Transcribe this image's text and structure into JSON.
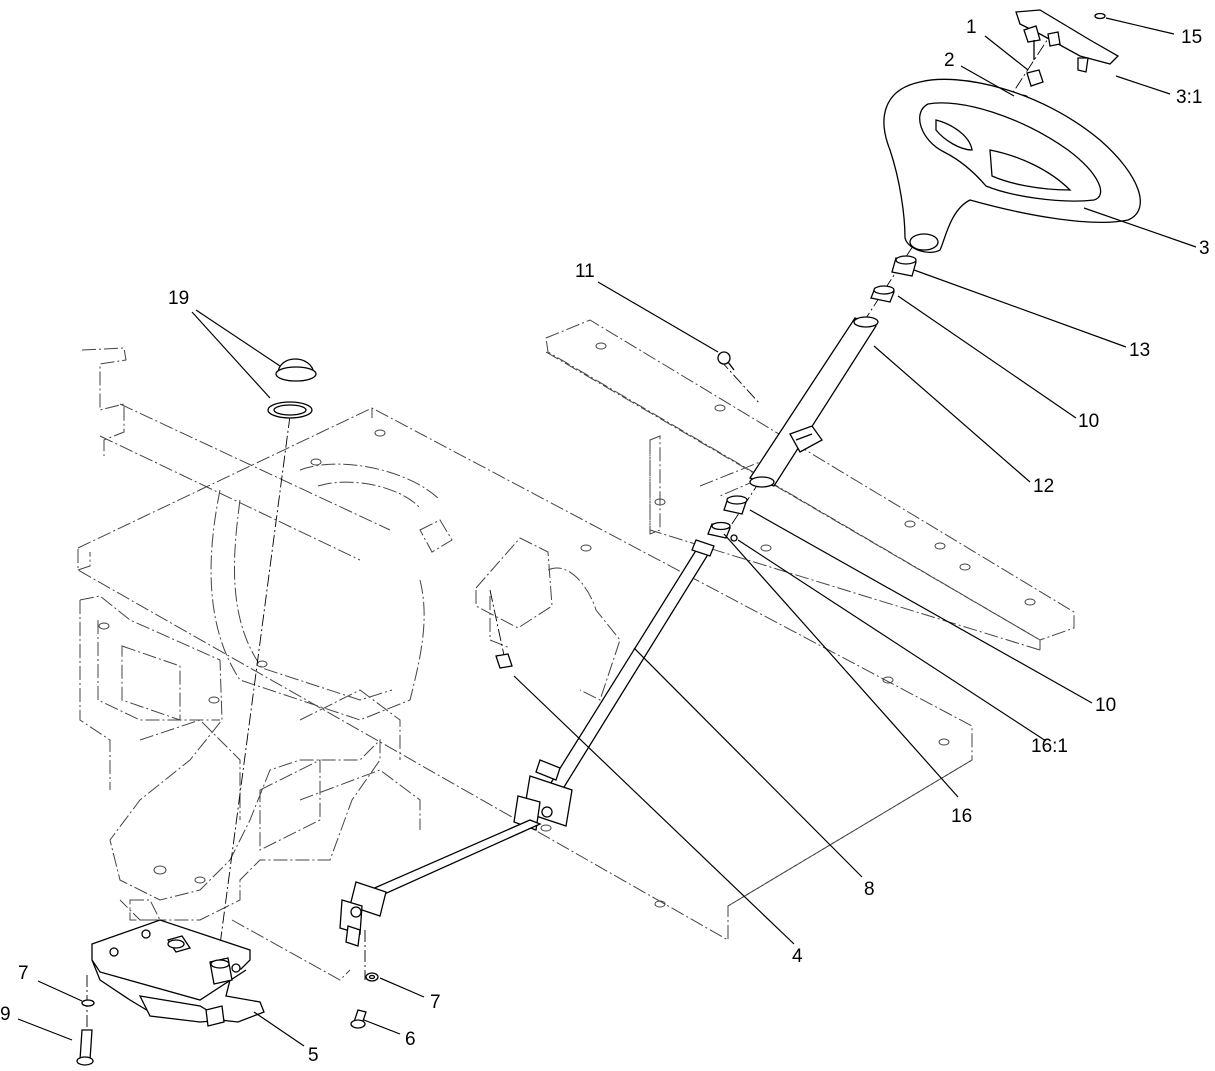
{
  "callouts": [
    {
      "id": "c1",
      "label": "1"
    },
    {
      "id": "c2",
      "label": "2"
    },
    {
      "id": "c15",
      "label": "15"
    },
    {
      "id": "c3-1",
      "label": "3:1"
    },
    {
      "id": "c3",
      "label": "3"
    },
    {
      "id": "c11",
      "label": "11"
    },
    {
      "id": "c13",
      "label": "13"
    },
    {
      "id": "c19",
      "label": "19"
    },
    {
      "id": "c10a",
      "label": "10"
    },
    {
      "id": "c12",
      "label": "12"
    },
    {
      "id": "c10b",
      "label": "10"
    },
    {
      "id": "c16-1",
      "label": "16:1"
    },
    {
      "id": "c16",
      "label": "16"
    },
    {
      "id": "c8",
      "label": "8"
    },
    {
      "id": "c4",
      "label": "4"
    },
    {
      "id": "c7a",
      "label": "7"
    },
    {
      "id": "c9",
      "label": "9"
    },
    {
      "id": "c7b",
      "label": "7"
    },
    {
      "id": "c6",
      "label": "6"
    },
    {
      "id": "c5",
      "label": "5"
    }
  ]
}
